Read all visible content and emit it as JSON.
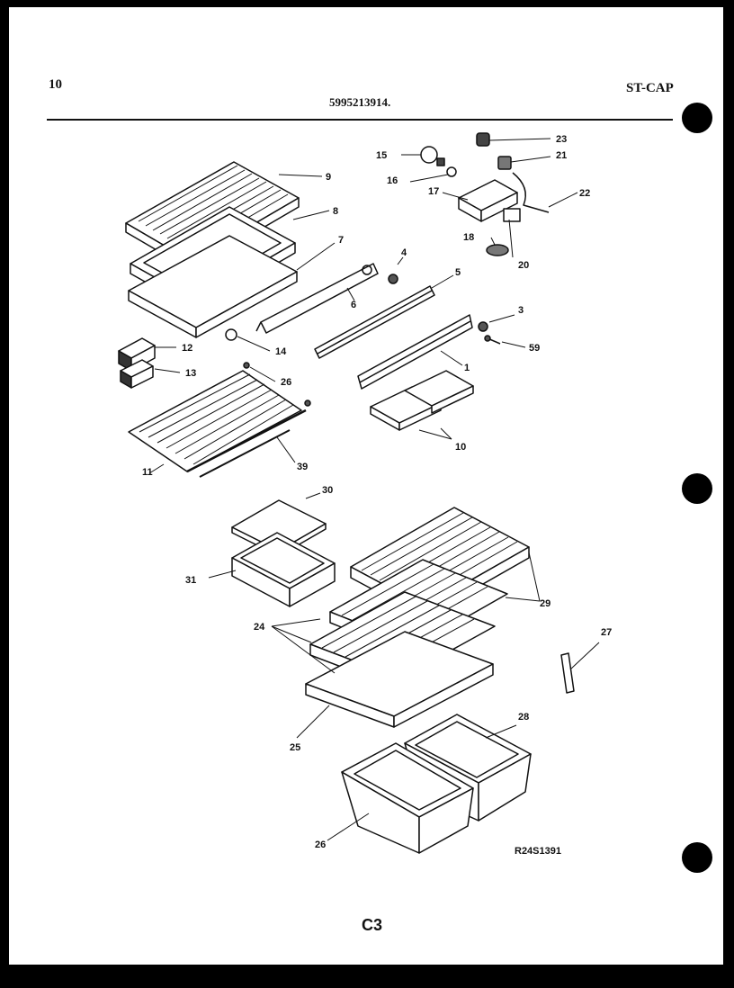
{
  "header": {
    "page_no": "10",
    "part_no": "5995213914.",
    "model_code": "ST-CAP"
  },
  "callouts": [
    "9",
    "8",
    "7",
    "6",
    "5",
    "4",
    "3",
    "1",
    "59",
    "12",
    "13",
    "14",
    "26",
    "11",
    "39",
    "10",
    "23",
    "21",
    "22",
    "15",
    "16",
    "17",
    "18",
    "20",
    "30",
    "31",
    "29",
    "24",
    "27",
    "25",
    "28",
    "26"
  ],
  "figure_ref": "R24S1391",
  "page_label": "C3"
}
